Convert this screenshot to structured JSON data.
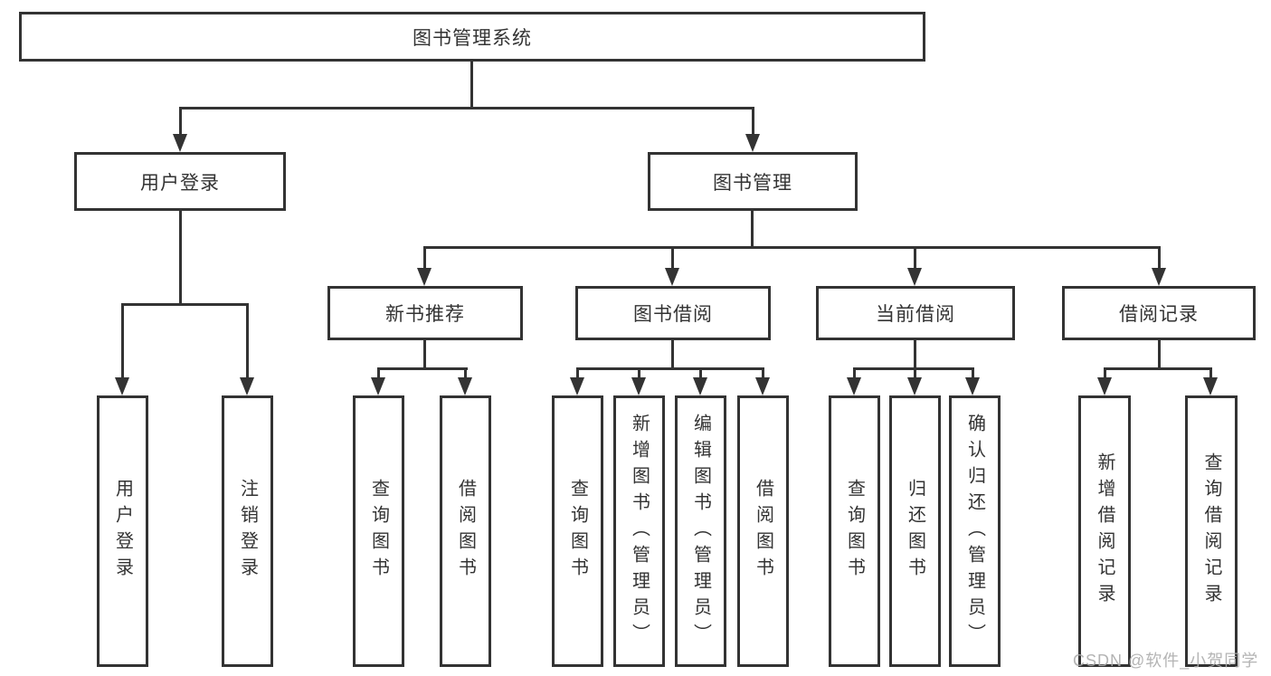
{
  "diagram": {
    "type": "hierarchy-tree",
    "root": {
      "label": "图书管理系统"
    },
    "branches": [
      {
        "label": "用户登录",
        "children": [
          {
            "label": "用户登录"
          },
          {
            "label": "注销登录"
          }
        ]
      },
      {
        "label": "图书管理",
        "children": [
          {
            "label": "新书推荐",
            "children": [
              {
                "label": "查询图书"
              },
              {
                "label": "借阅图书"
              }
            ]
          },
          {
            "label": "图书借阅",
            "children": [
              {
                "label": "查询图书"
              },
              {
                "label": "新增图书（管理员）"
              },
              {
                "label": "编辑图书（管理员）"
              },
              {
                "label": "借阅图书"
              }
            ]
          },
          {
            "label": "当前借阅",
            "children": [
              {
                "label": "查询图书"
              },
              {
                "label": "归还图书"
              },
              {
                "label": "确认归还（管理员）"
              }
            ]
          },
          {
            "label": "借阅记录",
            "children": [
              {
                "label": "新增借阅记录"
              },
              {
                "label": "查询借阅记录"
              }
            ]
          }
        ]
      }
    ]
  },
  "colors": {
    "line": "#333333",
    "text": "#333333",
    "background": "#ffffff",
    "watermark": "#acacac"
  },
  "watermark": {
    "text": "CSDN @软件_小贺同学"
  }
}
